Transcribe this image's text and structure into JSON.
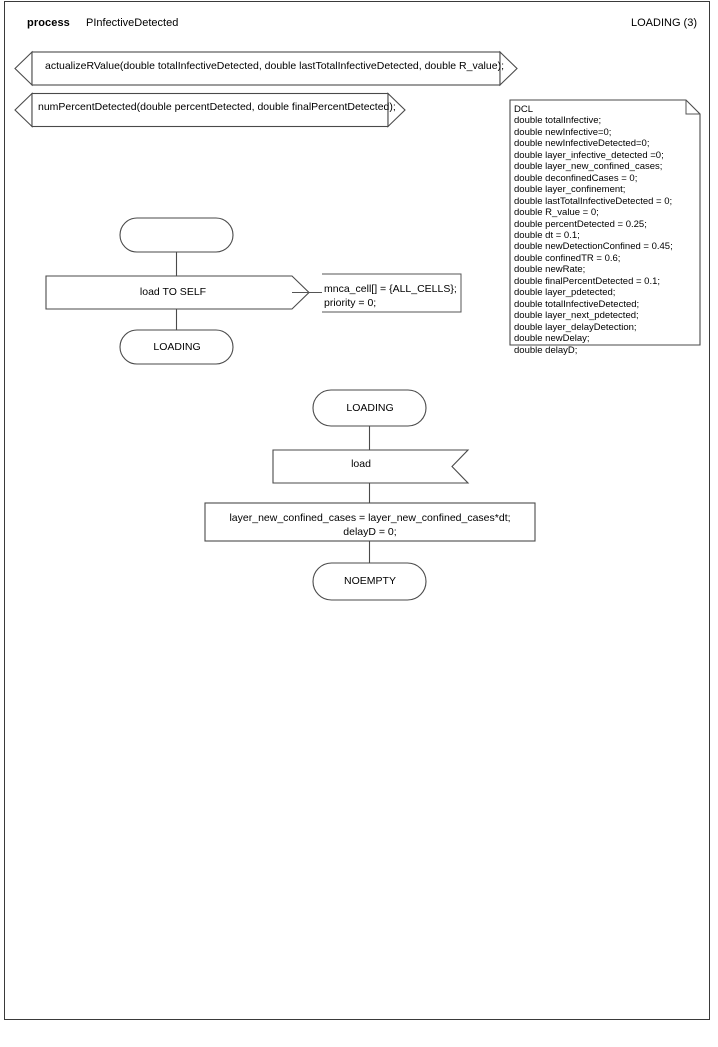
{
  "header": {
    "keyword": "process",
    "process_name": "PInfectiveDetected",
    "page_label": "LOADING (3)"
  },
  "procedure_calls": [
    {
      "name": "actualizeRValue-call",
      "text": "actualizeRValue(double totalInfectiveDetected, double lastTotalInfectiveDetected, double R_value);"
    },
    {
      "name": "numPercentDetected-call",
      "text": "numPercentDetected(double percentDetected, double finalPercentDetected);"
    }
  ],
  "declaration": {
    "keyword": "DCL",
    "lines": [
      "DCL",
      "double totalInfective;",
      "double newInfective=0;",
      "double newInfectiveDetected=0;",
      "double layer_infective_detected =0;",
      "double layer_new_confined_cases;",
      "double deconfinedCases = 0;",
      "double layer_confinement;",
      "double lastTotalInfectiveDetected = 0;",
      "double R_value = 0;",
      "double percentDetected = 0.25;",
      "double dt = 0.1;",
      "double newDetectionConfined = 0.45;",
      "double confinedTR = 0.6;",
      "double newRate;",
      "double finalPercentDetected = 0.1;",
      "double layer_pdetected;",
      "double totalInfectiveDetected;",
      "double layer_next_pdetected;",
      "double layer_delayDetection;",
      "double newDelay;",
      "double delayD;"
    ]
  },
  "flow_upper": {
    "start_state_label": "",
    "output_signal": "load TO SELF",
    "comment": "mnca_cell[] = {ALL_CELLS};\npriority = 0;",
    "next_state": "LOADING"
  },
  "flow_lower": {
    "state": "LOADING",
    "input_signal": "load",
    "task": "layer_new_confined_cases = layer_new_confined_cases*dt;\ndelayD = 0;",
    "next_state": "NOEMPTY"
  },
  "colors": {
    "stroke": "#4a4a4a",
    "page_border": "#3a3a3a",
    "background": "#ffffff",
    "text": "#000000"
  }
}
